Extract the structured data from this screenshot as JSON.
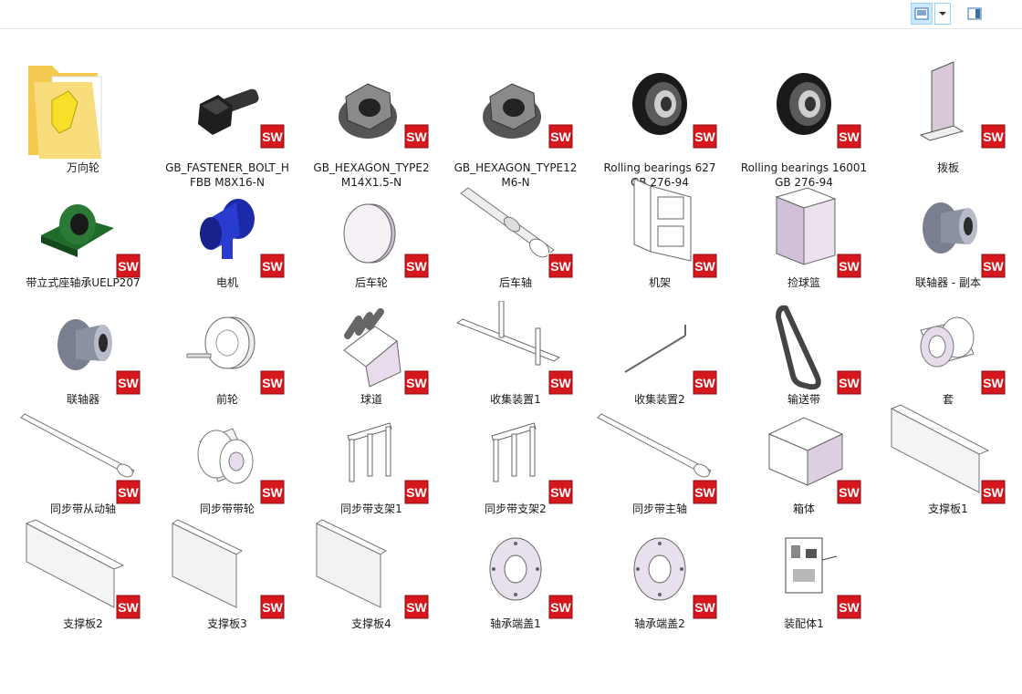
{
  "toolbar": {
    "buttons": [
      {
        "name": "preview-pane-view-button",
        "icon": "thumbnail-view-icon",
        "selected": true
      },
      {
        "name": "view-options-dropdown",
        "icon": "chevron-down-icon",
        "selected": false
      },
      {
        "name": "details-pane-button",
        "icon": "pane-icon",
        "selected": false
      }
    ]
  },
  "files": [
    {
      "line1": "万向轮",
      "line2": "",
      "icon": "folder"
    },
    {
      "line1": "GB_FASTENER_BOLT_H",
      "line2": "FBB M8X16-N",
      "icon": "bolt"
    },
    {
      "line1": "GB_HEXAGON_TYPE2",
      "line2": "M14X1.5-N",
      "icon": "nut"
    },
    {
      "line1": "GB_HEXAGON_TYPE12",
      "line2": "M6-N",
      "icon": "nut"
    },
    {
      "line1": "Rolling bearings 627",
      "line2": "GB 276-94",
      "icon": "bearing"
    },
    {
      "line1": "Rolling bearings 16001",
      "line2": "GB 276-94",
      "icon": "bearing"
    },
    {
      "line1": "拨板",
      "line2": "",
      "icon": "plate-l"
    },
    {
      "line1": "带立式座轴承UELP207",
      "line2": "",
      "icon": "pillow-block"
    },
    {
      "line1": "电机",
      "line2": "",
      "icon": "motor"
    },
    {
      "line1": "后车轮",
      "line2": "",
      "icon": "disc"
    },
    {
      "line1": "后车轴",
      "line2": "",
      "icon": "shaft"
    },
    {
      "line1": "机架",
      "line2": "",
      "icon": "frame"
    },
    {
      "line1": "捡球篮",
      "line2": "",
      "icon": "box"
    },
    {
      "line1": "联轴器 - 副本",
      "line2": "",
      "icon": "coupling"
    },
    {
      "line1": "联轴器",
      "line2": "",
      "icon": "coupling"
    },
    {
      "line1": "前轮",
      "line2": "",
      "icon": "wheel"
    },
    {
      "line1": "球道",
      "line2": "",
      "icon": "chute"
    },
    {
      "line1": "收集装置1",
      "line2": "",
      "icon": "rake"
    },
    {
      "line1": "收集装置2",
      "line2": "",
      "icon": "rod"
    },
    {
      "line1": "输送带",
      "line2": "",
      "icon": "belt"
    },
    {
      "line1": "套",
      "line2": "",
      "icon": "sleeve"
    },
    {
      "line1": "同步带从动轴",
      "line2": "",
      "icon": "long-shaft"
    },
    {
      "line1": "同步带带轮",
      "line2": "",
      "icon": "pulley"
    },
    {
      "line1": "同步带支架1",
      "line2": "",
      "icon": "bracket"
    },
    {
      "line1": "同步带支架2",
      "line2": "",
      "icon": "bracket"
    },
    {
      "line1": "同步带主轴",
      "line2": "",
      "icon": "long-shaft"
    },
    {
      "line1": "箱体",
      "line2": "",
      "icon": "box-open"
    },
    {
      "line1": "支撑板1",
      "line2": "",
      "icon": "panel"
    },
    {
      "line1": "支撑板2",
      "line2": "",
      "icon": "panel"
    },
    {
      "line1": "支撑板3",
      "line2": "",
      "icon": "panel-upright"
    },
    {
      "line1": "支撑板4",
      "line2": "",
      "icon": "panel-upright"
    },
    {
      "line1": "轴承端盖1",
      "line2": "",
      "icon": "flange"
    },
    {
      "line1": "轴承端盖2",
      "line2": "",
      "icon": "flange"
    },
    {
      "line1": "装配体1",
      "line2": "",
      "icon": "assembly"
    }
  ],
  "badge": {
    "text": "SW",
    "color": "#d6181e"
  },
  "colors": {
    "selection": "#cce8ff",
    "folder": "#f6d36b"
  }
}
